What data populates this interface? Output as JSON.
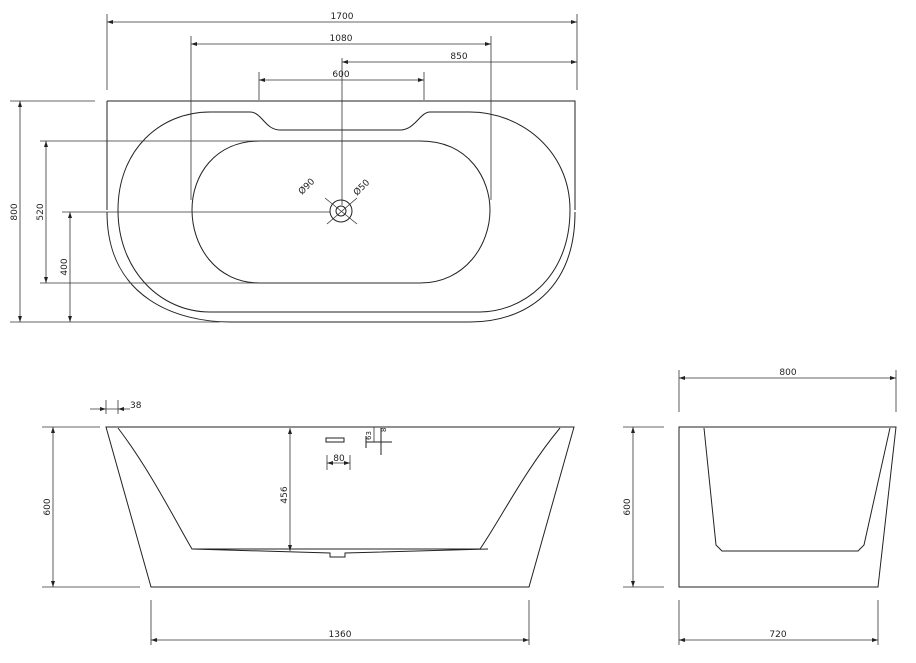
{
  "top_view": {
    "overall_length": "1700",
    "inner_length": "1080",
    "drain_offset": "850",
    "notch_width": "600",
    "overall_width": "800",
    "inner_width": "520",
    "drain_y_offset": "400",
    "drain_diameter_outer": "Ø90",
    "drain_diameter_inner": "Ø50"
  },
  "front_view": {
    "rim_thickness": "38",
    "height": "600",
    "inner_depth": "456",
    "drain_width": "80",
    "overflow_height": "63",
    "overflow_offset": "8",
    "base_length": "1360"
  },
  "side_view": {
    "top_width": "800",
    "height": "600",
    "base_width": "720"
  }
}
